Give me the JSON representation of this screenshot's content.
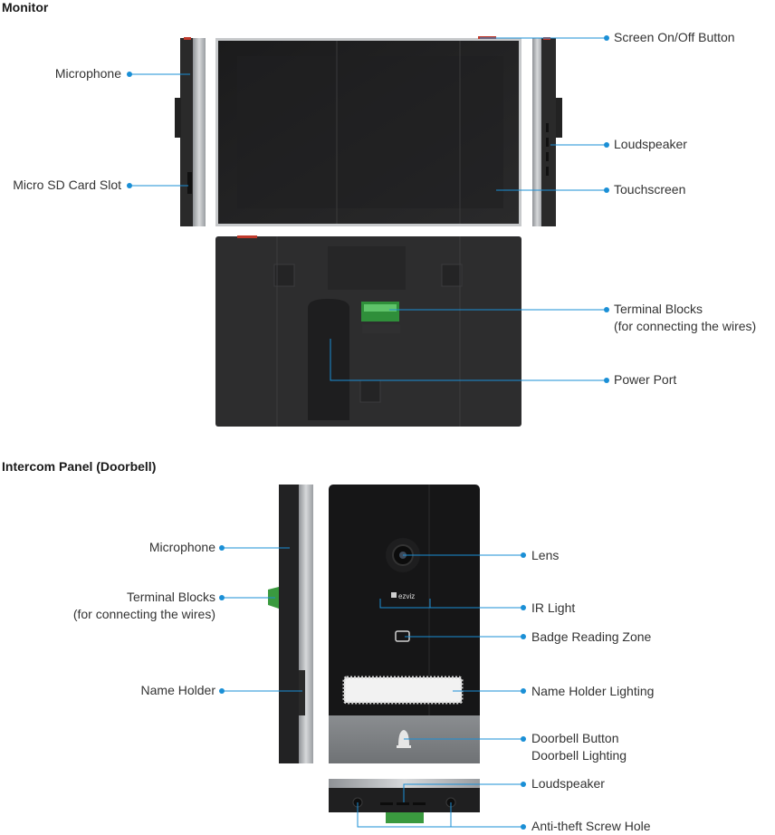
{
  "sections": {
    "monitor": "Monitor",
    "intercom": "Intercom Panel (Doorbell)"
  },
  "monitor_labels": {
    "microphone": "Microphone",
    "micro_sd": "Micro SD Card Slot",
    "screen_button": "Screen On/Off Button",
    "loudspeaker": "Loudspeaker",
    "touchscreen": "Touchscreen",
    "terminal_blocks": "Terminal Blocks",
    "terminal_blocks_note": "(for connecting the wires)",
    "power_port": "Power Port"
  },
  "intercom_labels": {
    "microphone": "Microphone",
    "terminal_blocks": "Terminal Blocks",
    "terminal_blocks_note": "(for connecting the wires)",
    "name_holder": "Name Holder",
    "lens": "Lens",
    "ir_light": "IR Light",
    "badge_zone": "Badge Reading Zone",
    "name_holder_lighting": "Name Holder Lighting",
    "doorbell_button": "Doorbell Button",
    "doorbell_lighting": "Doorbell Lighting",
    "loudspeaker": "Loudspeaker",
    "screw_hole": "Anti-theft Screw Hole"
  },
  "device_markings": {
    "brand": "ezviz"
  },
  "colors": {
    "callout": "#1a8fd6",
    "device_dark": "#2b2b2b",
    "frame_silver": "#b9bcbf"
  }
}
